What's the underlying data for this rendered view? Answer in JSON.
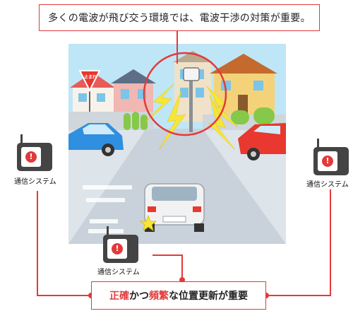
{
  "top_callout": {
    "text": "多くの電波が飛び交う環境では、電波干渉の対策が重要。"
  },
  "bottom_callout": {
    "part1": "正確",
    "part2": "かつ",
    "part3": "頻繁",
    "part4": "な位置更新が重要"
  },
  "stop_sign": {
    "text": "止まれ"
  },
  "devices": [
    {
      "label": "通信システム"
    },
    {
      "label": "通信システム"
    },
    {
      "label": "通信システム"
    }
  ],
  "colors": {
    "accent": "#e23a3a",
    "car_left": "#2f8fe0",
    "car_right": "#e8382f",
    "car_center": "#f2f2f2"
  }
}
